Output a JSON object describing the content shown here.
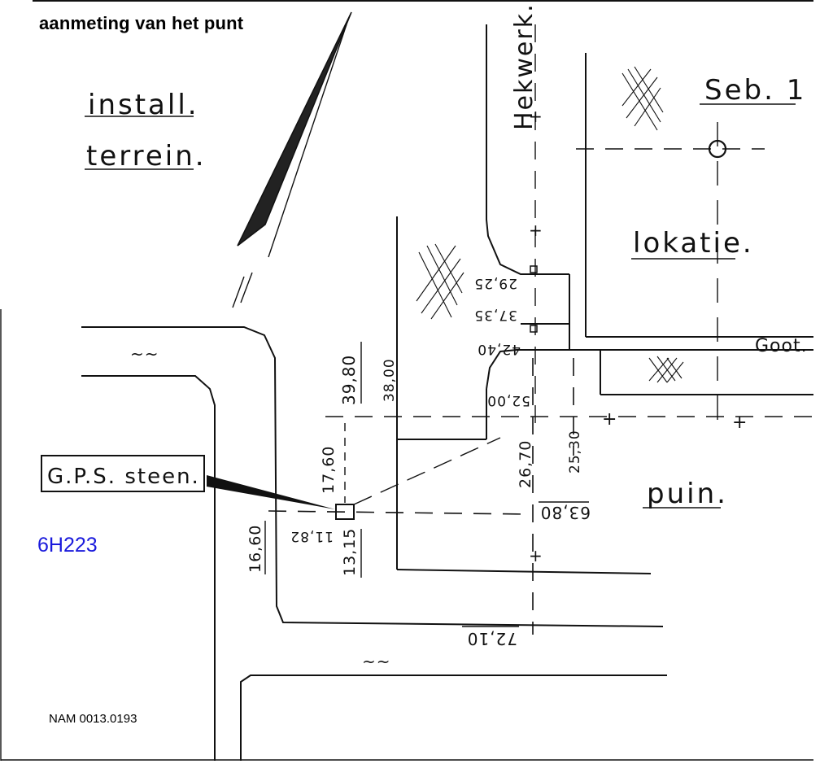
{
  "title": "aanmeting van het punt",
  "code": "6H223",
  "document_number": "NAM 0013.0193",
  "labels": {
    "install": "install.",
    "terrein": "terrein.",
    "hekwerk": "Hekwerk.",
    "seb": "Seb. 1",
    "lokatie": "lokatie.",
    "goot": "Goot.",
    "puin": "puin.",
    "gps_steen": "G.P.S. steen."
  },
  "measurements": {
    "m2925": "29,25",
    "m3735": "37,35",
    "m4240": "42,40",
    "m3980": "39,80",
    "m3800": "38,00",
    "m5200": "52,00",
    "m1760": "17,60",
    "m2670": "26,70",
    "m2530": "25,30",
    "m1182": "11,82",
    "m6380": "63,80",
    "m1660": "16,60",
    "m1315": "13,15",
    "m7210": "72,10"
  }
}
